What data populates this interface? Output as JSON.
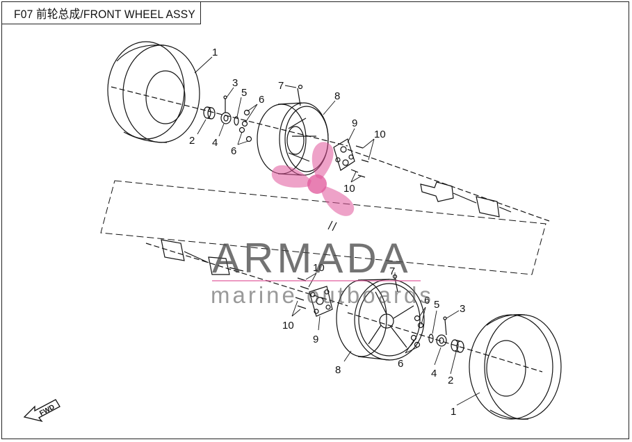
{
  "title": "F07 前轮总成/FRONT WHEEL ASSY",
  "watermark": {
    "brand": "ARMADA",
    "tagline": "marine outboards",
    "accent": "#e0559a"
  },
  "direction_marker": "FWD",
  "callouts": {
    "top": [
      "1",
      "2",
      "3",
      "4",
      "5",
      "6",
      "6",
      "7",
      "8",
      "9",
      "10",
      "10"
    ],
    "bottom": [
      "10",
      "10",
      "7",
      "9",
      "6",
      "6",
      "5",
      "3",
      "8",
      "4",
      "2",
      "1"
    ]
  }
}
